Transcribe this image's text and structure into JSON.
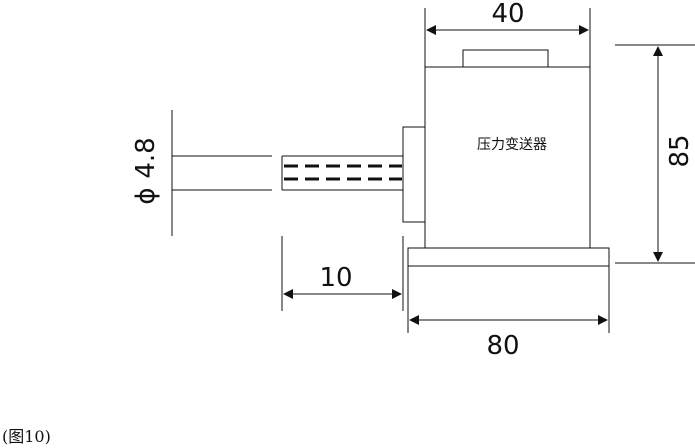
{
  "drawing": {
    "component_label": "压力变送器",
    "dim_width_top": "40",
    "dim_height_right": "85",
    "dim_tube_length": "10",
    "dim_base_width": "80",
    "dim_diameter_symbol": "ϕ",
    "dim_diameter_value": "4.8"
  },
  "caption": "(图10)",
  "colors": {
    "line": "#111111",
    "background": "#ffffff"
  }
}
